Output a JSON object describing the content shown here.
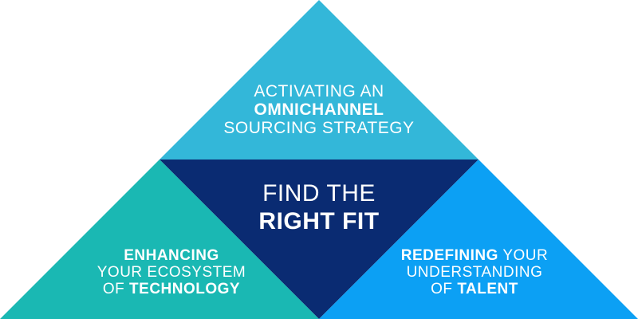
{
  "colors": {
    "top": "#33b7d9",
    "center": "#0a2b72",
    "left": "#1ab8b3",
    "right": "#0ca0f4",
    "text": "#ffffff"
  },
  "top_section": {
    "line1": "ACTIVATING AN",
    "line2": "OMNICHANNEL",
    "line3": "SOURCING STRATEGY"
  },
  "center_section": {
    "line1": "FIND THE",
    "line2": "RIGHT FIT"
  },
  "left_section": {
    "line1_bold": "ENHANCING",
    "line2": "YOUR ECOSYSTEM",
    "line3_prefix": "OF",
    "line3_bold": "TECHNOLOGY"
  },
  "right_section": {
    "line1_bold": "REDEFINING",
    "line1_rest": "YOUR",
    "line2": "UNDERSTANDING",
    "line3_prefix": "OF",
    "line3_bold": "TALENT"
  }
}
